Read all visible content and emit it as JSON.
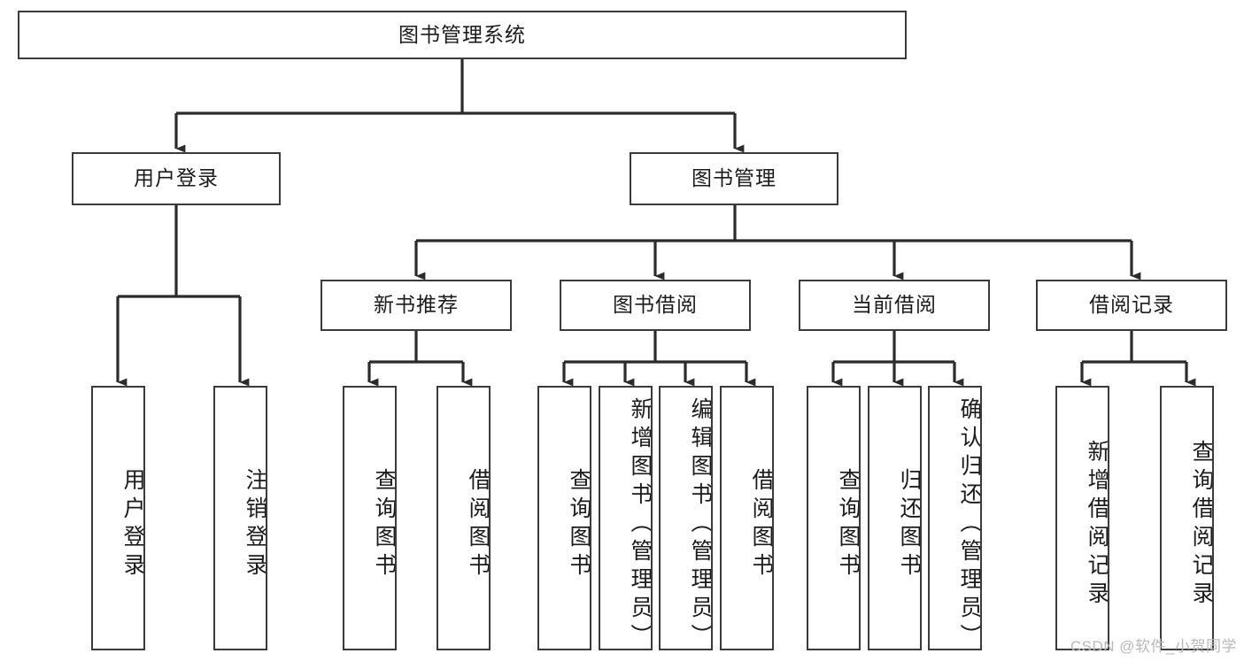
{
  "diagram": {
    "type": "tree-hierarchy",
    "title": "图书管理系统",
    "root": {
      "label": "图书管理系统"
    },
    "level2": [
      {
        "id": "user-login",
        "label": "用户登录"
      },
      {
        "id": "book-manage",
        "label": "图书管理"
      }
    ],
    "level3": [
      {
        "id": "new-book-recommend",
        "label": "新书推荐",
        "parent": "book-manage"
      },
      {
        "id": "book-borrow",
        "label": "图书借阅",
        "parent": "book-manage"
      },
      {
        "id": "current-borrow",
        "label": "当前借阅",
        "parent": "book-manage"
      },
      {
        "id": "borrow-record",
        "label": "借阅记录",
        "parent": "book-manage"
      }
    ],
    "leaves": [
      {
        "id": "leaf-user-login",
        "label": "用户登录",
        "parent": "user-login"
      },
      {
        "id": "leaf-logout-login",
        "label": "注销登录",
        "parent": "user-login"
      },
      {
        "id": "leaf-query-book-1",
        "label": "查询图书",
        "parent": "new-book-recommend"
      },
      {
        "id": "leaf-borrow-book-1",
        "label": "借阅图书",
        "parent": "new-book-recommend"
      },
      {
        "id": "leaf-query-book-2",
        "label": "查询图书",
        "parent": "book-borrow"
      },
      {
        "id": "leaf-add-book",
        "label": "新增图书（管理员）",
        "parent": "book-borrow"
      },
      {
        "id": "leaf-edit-book",
        "label": "编辑图书（管理员）",
        "parent": "book-borrow"
      },
      {
        "id": "leaf-borrow-book-2",
        "label": "借阅图书",
        "parent": "book-borrow"
      },
      {
        "id": "leaf-query-book-3",
        "label": "查询图书",
        "parent": "current-borrow"
      },
      {
        "id": "leaf-return-book",
        "label": "归还图书",
        "parent": "current-borrow"
      },
      {
        "id": "leaf-confirm-return",
        "label": "确认归还（管理员）",
        "parent": "current-borrow"
      },
      {
        "id": "leaf-add-record",
        "label": "新增借阅记录",
        "parent": "borrow-record"
      },
      {
        "id": "leaf-query-record",
        "label": "查询借阅记录",
        "parent": "borrow-record"
      }
    ],
    "colors": {
      "box_border": "#3b3b3b",
      "box_fill": "#ffffff",
      "edge": "#2b2b2b",
      "text": "#1b1b1b",
      "watermark": "#b9b9b9",
      "background": "#ffffff"
    }
  },
  "watermark": {
    "text": "CSDN @软件_小贺同学"
  }
}
